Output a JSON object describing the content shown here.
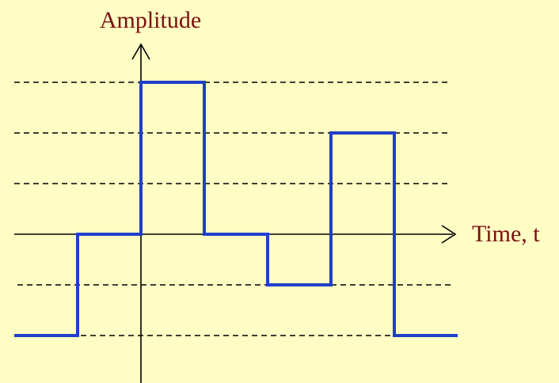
{
  "chart_data": {
    "type": "line",
    "xlabel": "Time, t",
    "ylabel": "Amplitude",
    "grid": true,
    "levels": [
      -2,
      -1,
      0,
      1,
      2,
      3
    ],
    "series": [
      {
        "step": "post",
        "x": [
          -2,
          -1,
          0,
          1,
          2,
          3,
          4,
          5
        ],
        "y": [
          -2,
          0,
          3,
          0,
          -1,
          2,
          -2,
          -2
        ]
      }
    ],
    "colors": {
      "signal": "#1f3fc8",
      "labels": "#7a0f0f",
      "background": "#fdfdc4"
    }
  }
}
